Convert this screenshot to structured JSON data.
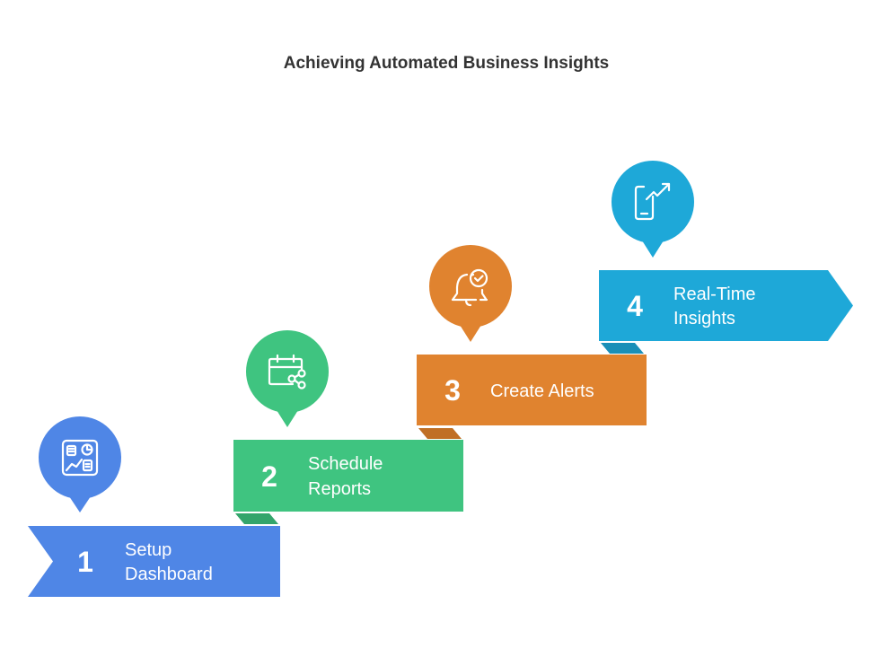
{
  "title": "Achieving Automated Business Insights",
  "steps": [
    {
      "number": "1",
      "label_line1": "Setup",
      "label_line2": "Dashboard",
      "icon": "dashboard-icon",
      "color": "#4f86e6",
      "shadow": "#3f6fc4"
    },
    {
      "number": "2",
      "label_line1": "Schedule",
      "label_line2": "Reports",
      "icon": "calendar-share-icon",
      "color": "#3fc480",
      "shadow": "#33a56b"
    },
    {
      "number": "3",
      "label_line1": "Create Alerts",
      "label_line2": "",
      "icon": "bell-check-icon",
      "color": "#e0832f",
      "shadow": "#c06f25"
    },
    {
      "number": "4",
      "label_line1": "Real-Time",
      "label_line2": "Insights",
      "icon": "mobile-trend-icon",
      "color": "#1ea8d8",
      "shadow": "#1a8fb8"
    }
  ]
}
